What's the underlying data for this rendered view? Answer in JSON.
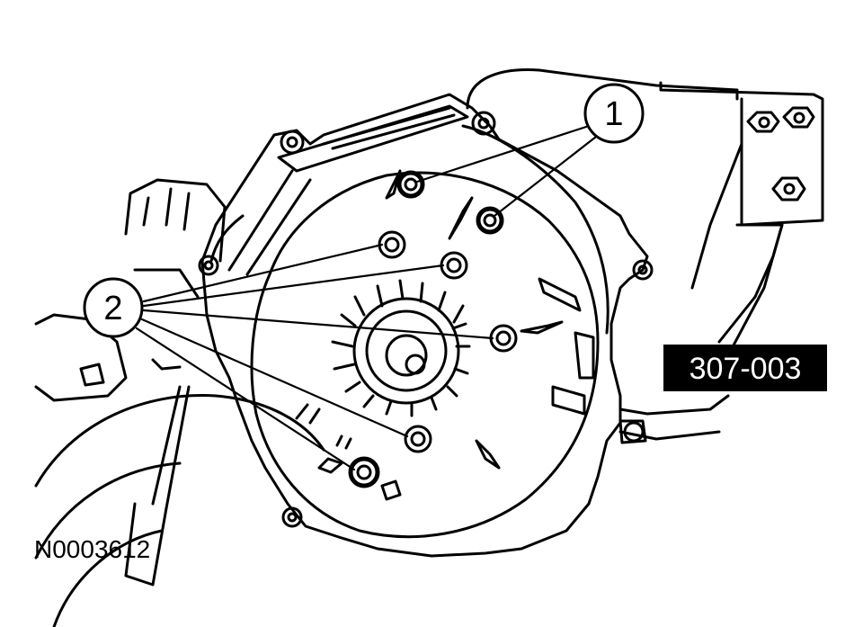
{
  "callouts": [
    {
      "number": "1"
    },
    {
      "number": "2"
    }
  ],
  "tool_tag": "307-003",
  "figure_id": "N0003612",
  "colors": {
    "ink": "#000000",
    "paper": "#ffffff"
  }
}
